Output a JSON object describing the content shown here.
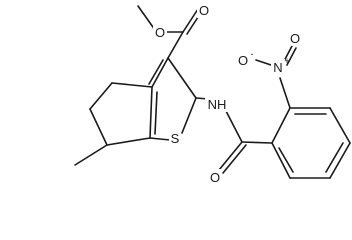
{
  "molecule": {
    "labels": {
      "ester_o_top": "O",
      "ester_o_double": "O",
      "nitro_o_minus": "O",
      "nitro_charge_minus": "-",
      "nitro_n": "N",
      "nitro_charge_plus": "+",
      "nitro_o_double": "O",
      "sulfur": "S",
      "amide_nh": "NH",
      "amide_o": "O"
    }
  }
}
